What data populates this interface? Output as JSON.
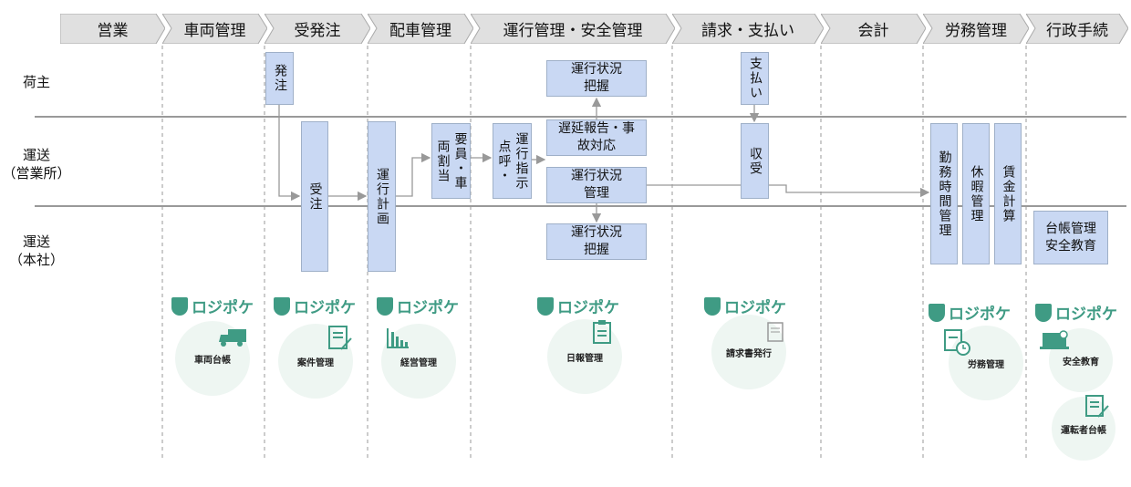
{
  "phases": [
    "営業",
    "車両管理",
    "受発注",
    "配車管理",
    "運行管理・安全管理",
    "請求・支払い",
    "会計",
    "労務管理",
    "行政手続"
  ],
  "rows": [
    {
      "line1": "荷主",
      "line2": ""
    },
    {
      "line1": "運送",
      "line2": "（営業所）"
    },
    {
      "line1": "運送",
      "line2": "（本社）"
    }
  ],
  "boxes": {
    "order": "発注",
    "receive_order": "受注",
    "operation_plan": "運行計画",
    "assign": "要員・車両割当",
    "instruction": "運行指示点呼・",
    "status_grasp_top": "運行状況把握",
    "delay_report": "遅延報告・事故対応",
    "status_manage": "運行状況管理",
    "status_grasp_bottom": "運行状況把握",
    "payment": "支払い",
    "collection": "収受",
    "work_hours": "勤務時間管理",
    "leave": "休暇管理",
    "wage": "賃金計算",
    "ledger_line1": "台帳管理",
    "ledger_line2": "安全教育"
  },
  "brand": "ロジポケ",
  "features": [
    "車両台帳",
    "案件管理",
    "経営管理",
    "日報管理",
    "請求書発行",
    "労務管理",
    "安全教育",
    "運転者台帳"
  ],
  "colors": {
    "box": "#c9d8f3",
    "brand": "#3f9b84",
    "header": "#e0e0e0"
  }
}
